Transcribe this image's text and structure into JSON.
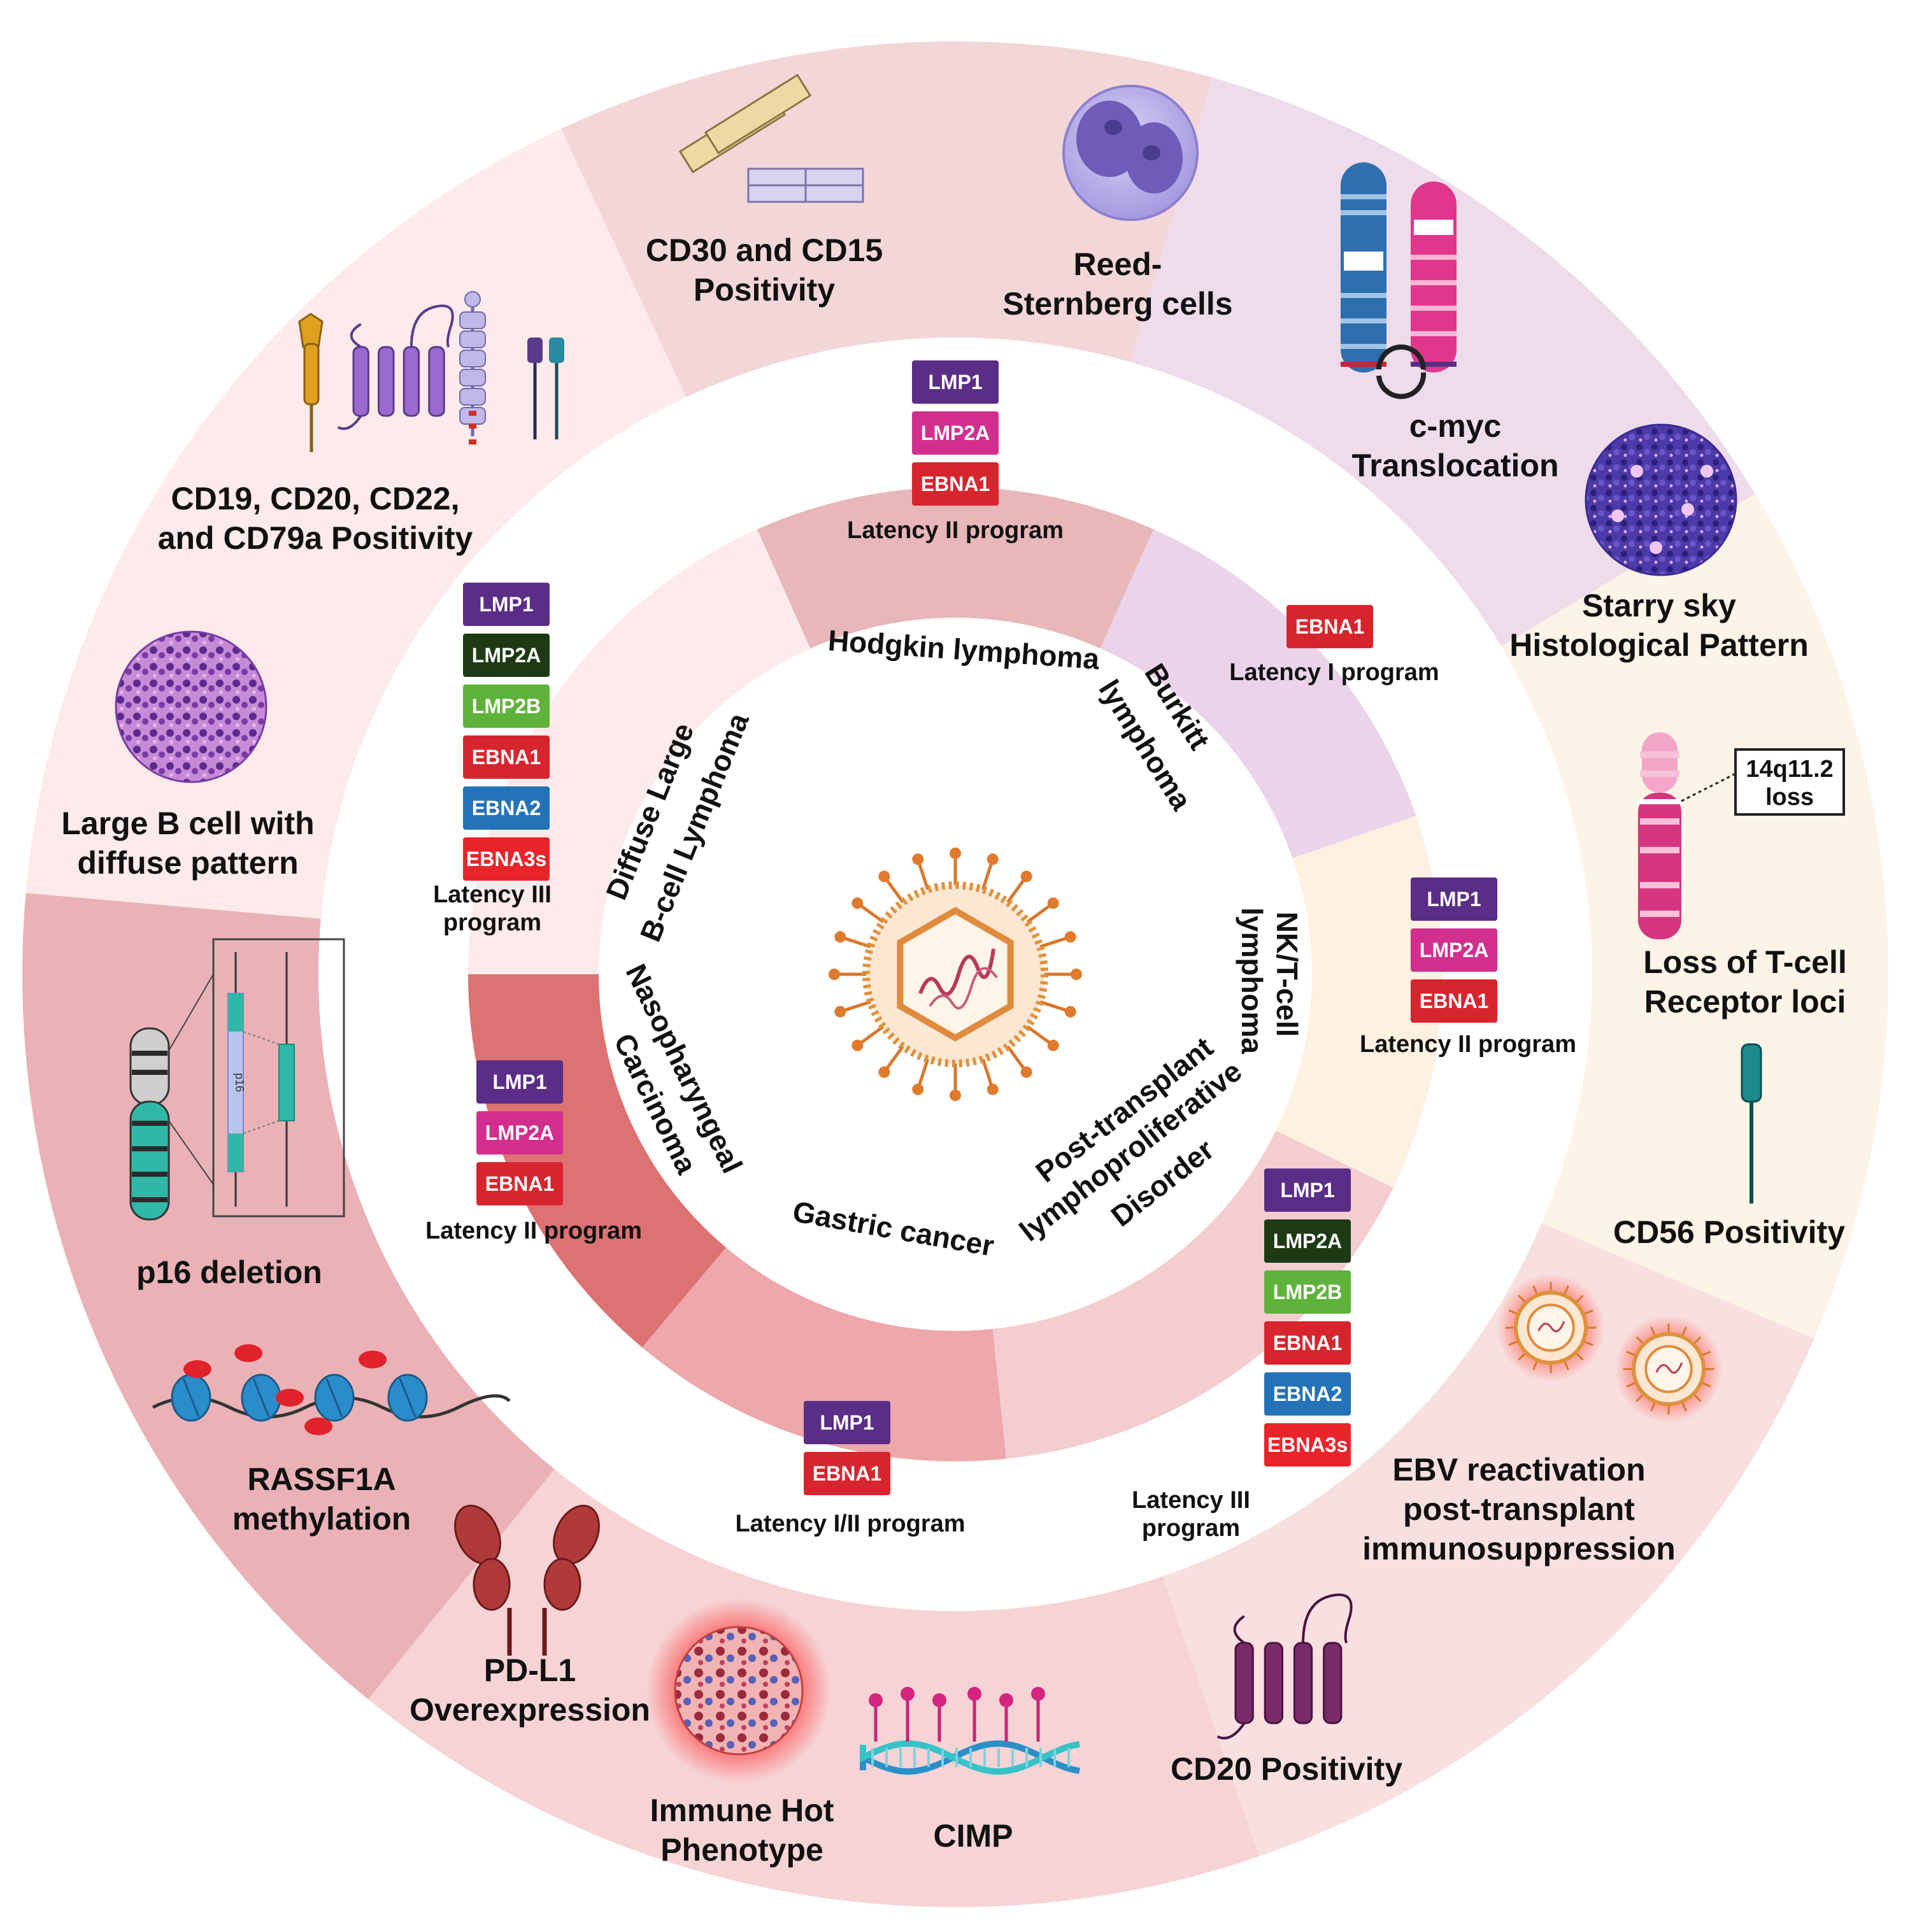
{
  "colors": {
    "LMP1": "#5a2d86",
    "LMP2A_magenta": "#d22e8e",
    "LMP2A_dark": "#1d3a14",
    "LMP2B": "#5fb33b",
    "EBNA1": "#d7252e",
    "EBNA2": "#2472b8",
    "EBNA3s": "#e8242a"
  },
  "inner_ring": {
    "hodgkin": "Hodgkin lymphoma",
    "burkitt_1": "Burkitt",
    "burkitt_2": "lymphoma",
    "nkt_1": "NK/T-cell",
    "nkt_2": "lymphoma",
    "ptld_1": "Post-transplant",
    "ptld_2": "lymphoproliferative",
    "ptld_3": "Disorder",
    "gastric": "Gastric cancer",
    "npc_1": "Nasopharyngeal",
    "npc_2": "Carcinoma",
    "dlbcl_1": "Diffuse Large",
    "dlbcl_2": "B-cell Lymphoma"
  },
  "latency": {
    "hodgkin": {
      "boxes": [
        "LMP1",
        "LMP2A",
        "EBNA1"
      ],
      "label": "Latency II program"
    },
    "burkitt": {
      "boxes": [
        "EBNA1"
      ],
      "label": "Latency I program"
    },
    "nkt": {
      "boxes": [
        "LMP1",
        "LMP2A",
        "EBNA1"
      ],
      "label": "Latency II program"
    },
    "ptld": {
      "boxes": [
        "LMP1",
        "LMP2A",
        "LMP2B",
        "EBNA1",
        "EBNA2",
        "EBNA3s"
      ],
      "label_1": "Latency III",
      "label_2": "program"
    },
    "gastric": {
      "boxes": [
        "LMP1",
        "EBNA1"
      ],
      "label": "Latency I/II program"
    },
    "npc": {
      "boxes": [
        "LMP1",
        "LMP2A",
        "EBNA1"
      ],
      "label": "Latency II program"
    },
    "dlbcl": {
      "boxes": [
        "LMP1",
        "LMP2A",
        "LMP2B",
        "EBNA1",
        "EBNA2",
        "EBNA3s"
      ],
      "label_1": "Latency III",
      "label_2": "program"
    }
  },
  "outer_ring": {
    "cd30_1": "CD30 and CD15",
    "cd30_2": "Positivity",
    "reed_1": "Reed-",
    "reed_2": "Sternberg cells",
    "cmyc_1": "c-myc",
    "cmyc_2": "Translocation",
    "starry_1": "Starry sky",
    "starry_2": "Histological Pattern",
    "tcr_box_1": "14q11.2",
    "tcr_box_2": "loss",
    "tcr_1": "Loss of T-cell",
    "tcr_2": "Receptor loci",
    "cd56": "CD56 Positivity",
    "ebv_1": "EBV reactivation",
    "ebv_2": "post-transplant",
    "ebv_3": "immunosuppression",
    "cd20": "CD20 Positivity",
    "cimp": "CIMP",
    "hot_1": "Immune Hot",
    "hot_2": "Phenotype",
    "pdl1_1": "PD-L1",
    "pdl1_2": "Overexpression",
    "rassf_1": "RASSF1A",
    "rassf_2": "methylation",
    "p16": "p16 deletion",
    "p16_gene": "p16",
    "largeb_1": "Large B cell with",
    "largeb_2": "diffuse pattern",
    "cd19_1": "CD19, CD20, CD22,",
    "cd19_2": "and CD79a Positivity"
  }
}
